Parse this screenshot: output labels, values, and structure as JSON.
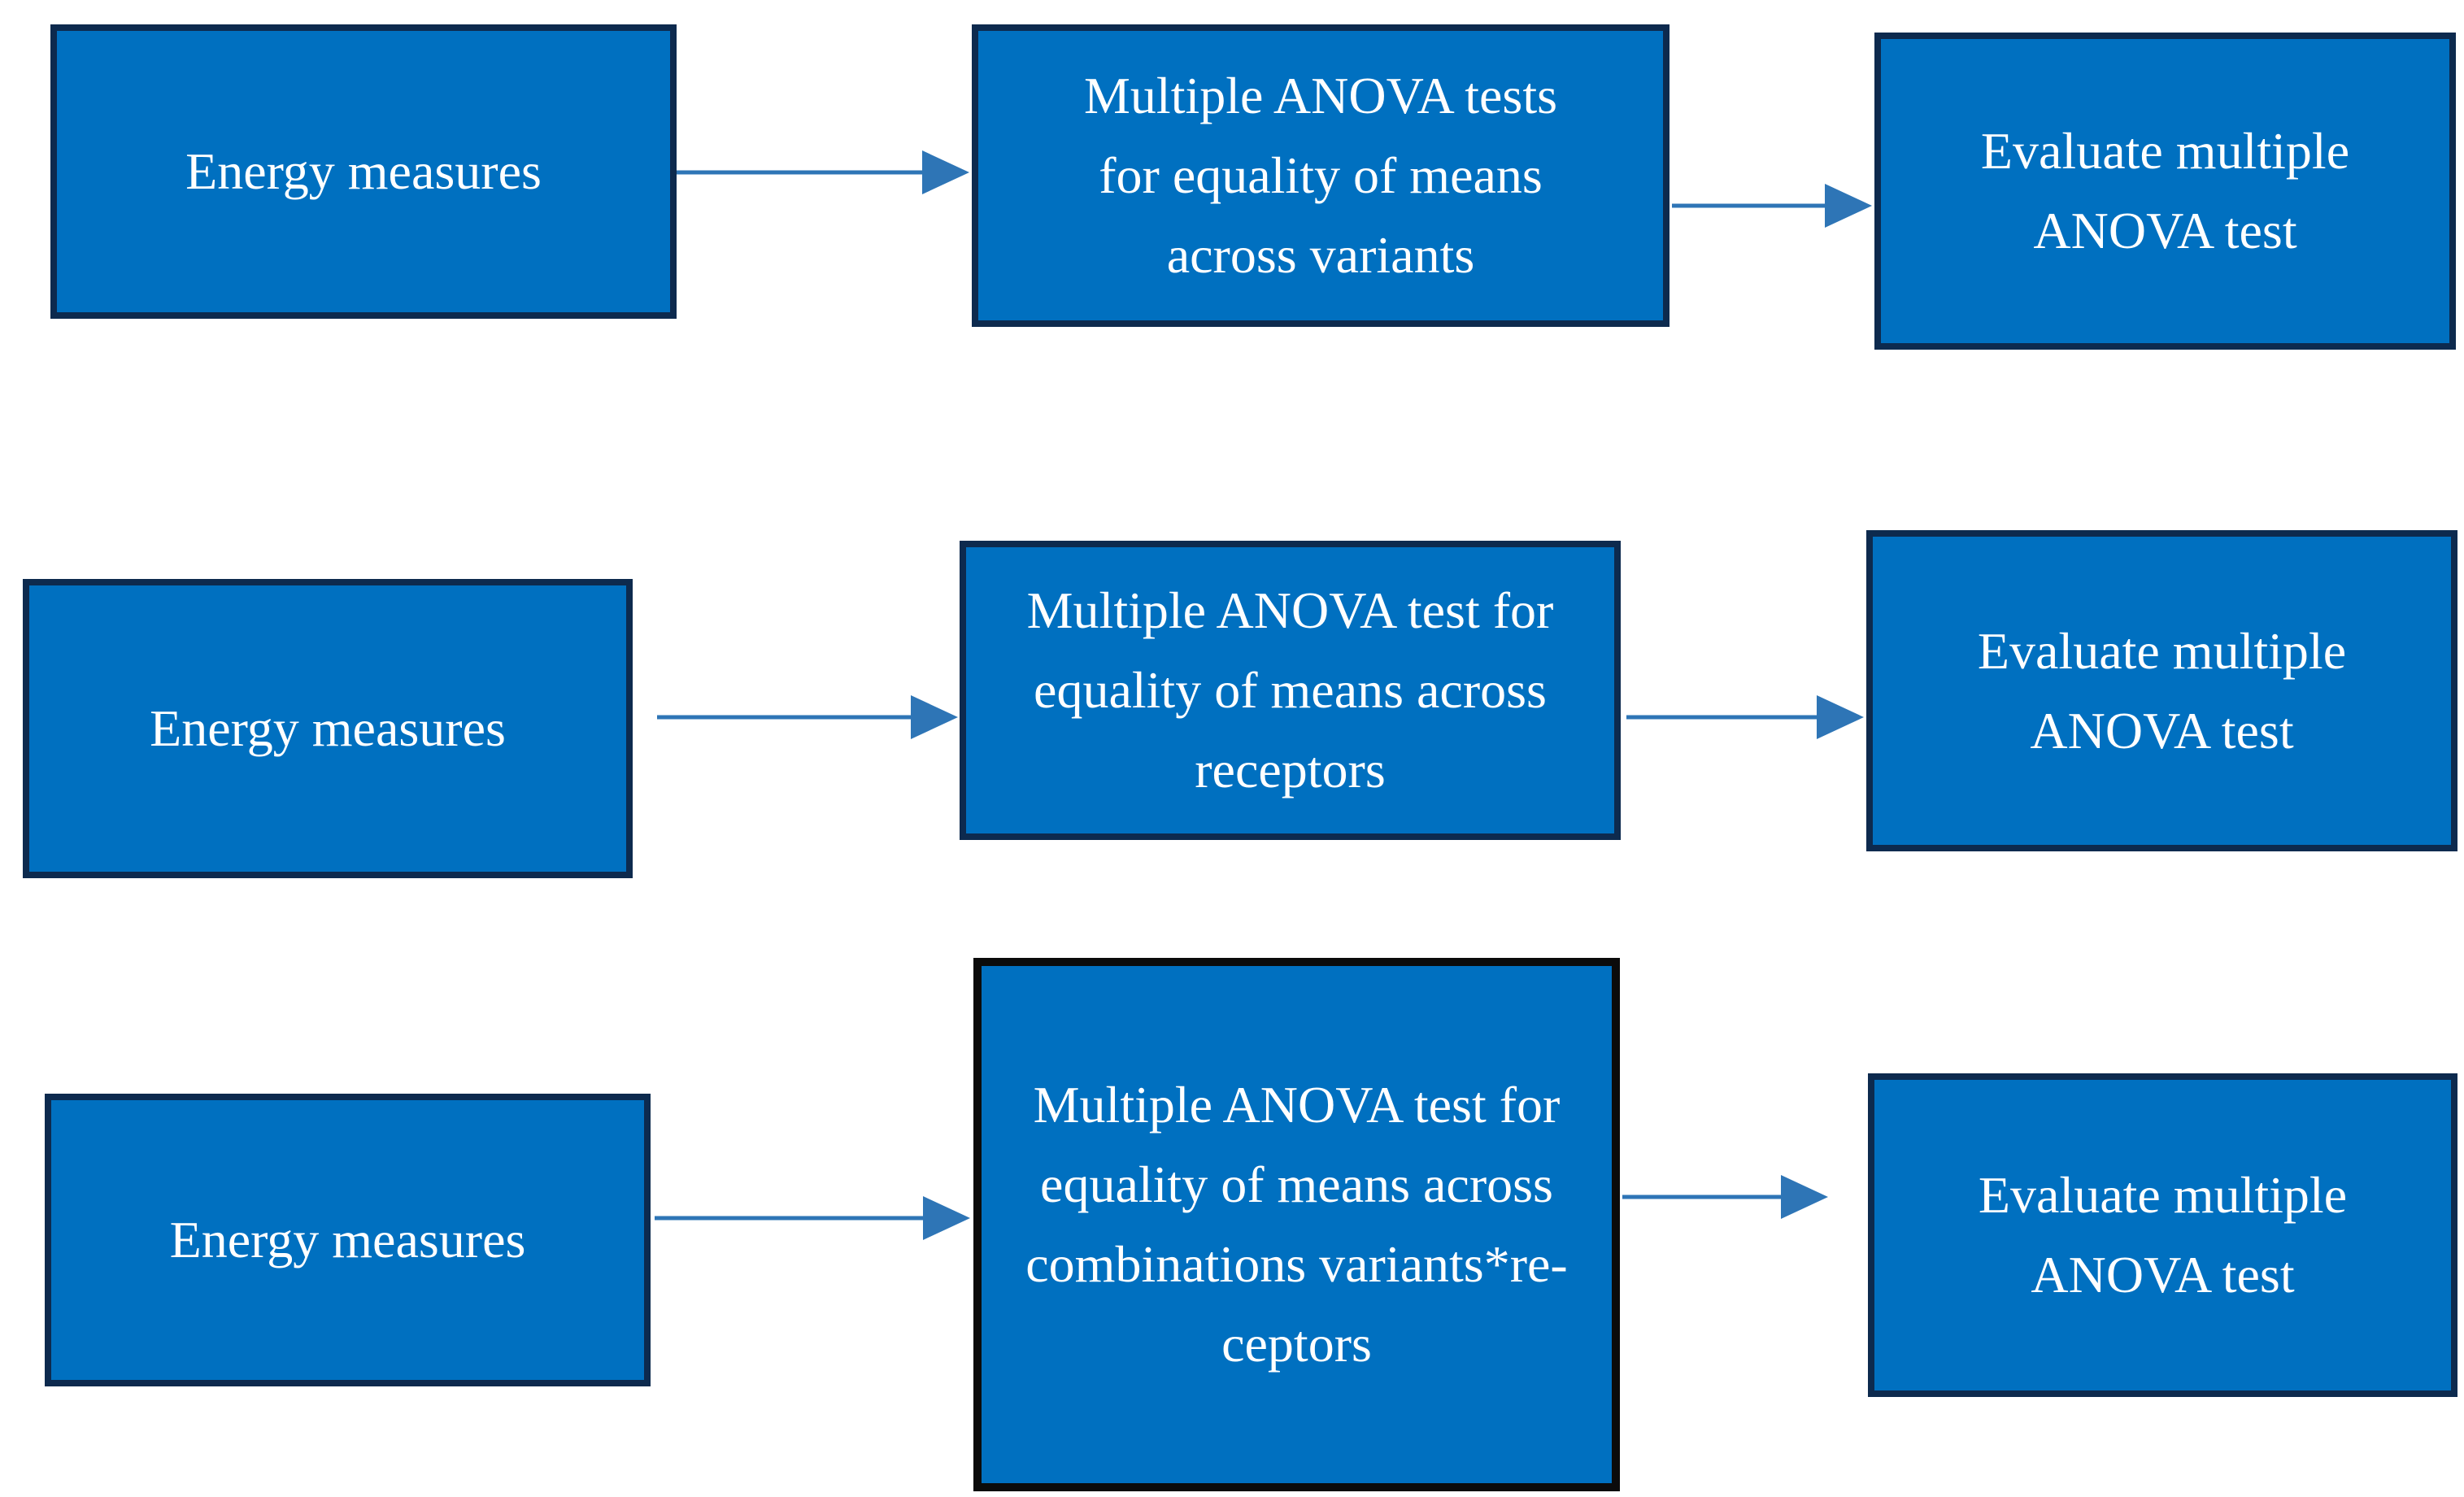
{
  "figure": {
    "type": "flowchart",
    "background": "#FFFFFF",
    "colors": {
      "box_fill": "#0070C0",
      "box_border": "#0D2A4E",
      "box_border_black": "#0B0B0B",
      "arrow": "#2E75B6",
      "text": "#FFFFFF"
    },
    "rows": [
      {
        "boxes": [
          {
            "id": "energy-measures-1",
            "lines": [
              "Energy measures"
            ]
          },
          {
            "id": "anova-variants",
            "lines": [
              "Multiple ANOVA tests",
              "for equality of means",
              "across variants"
            ]
          },
          {
            "id": "evaluate-anova-1",
            "lines": [
              "Evaluate multiple",
              "ANOVA test"
            ]
          }
        ]
      },
      {
        "boxes": [
          {
            "id": "energy-measures-2",
            "lines": [
              "Energy measures"
            ]
          },
          {
            "id": "anova-receptors",
            "lines": [
              "Multiple ANOVA test for",
              "equality of means across",
              "receptors"
            ]
          },
          {
            "id": "evaluate-anova-2",
            "lines": [
              "Evaluate multiple",
              "ANOVA test"
            ]
          }
        ]
      },
      {
        "boxes": [
          {
            "id": "energy-measures-3",
            "lines": [
              "Energy measures"
            ]
          },
          {
            "id": "anova-combinations",
            "lines": [
              "Multiple ANOVA test for",
              "equality of means across",
              "combinations variants*re-",
              "ceptors"
            ]
          },
          {
            "id": "evaluate-anova-3",
            "lines": [
              "Evaluate multiple",
              "ANOVA test"
            ]
          }
        ]
      }
    ],
    "connections": [
      {
        "from": "energy-measures-1",
        "to": "anova-variants"
      },
      {
        "from": "anova-variants",
        "to": "evaluate-anova-1"
      },
      {
        "from": "energy-measures-2",
        "to": "anova-receptors"
      },
      {
        "from": "anova-receptors",
        "to": "evaluate-anova-2"
      },
      {
        "from": "energy-measures-3",
        "to": "anova-combinations"
      },
      {
        "from": "anova-combinations",
        "to": "evaluate-anova-3"
      }
    ]
  }
}
